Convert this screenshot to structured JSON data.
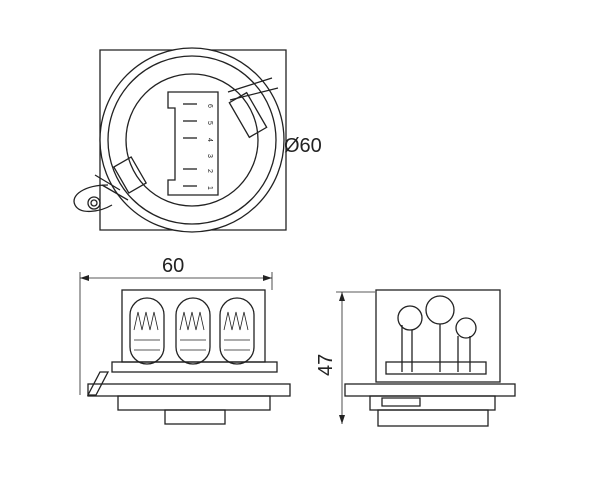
{
  "drawing": {
    "top_view": {
      "diameter_label": "Ø60",
      "pin_numbers": [
        "6",
        "5",
        "4",
        "3",
        "2",
        "1"
      ]
    },
    "front_view": {
      "width_label": "60"
    },
    "side_view": {
      "height_label": "47"
    }
  }
}
